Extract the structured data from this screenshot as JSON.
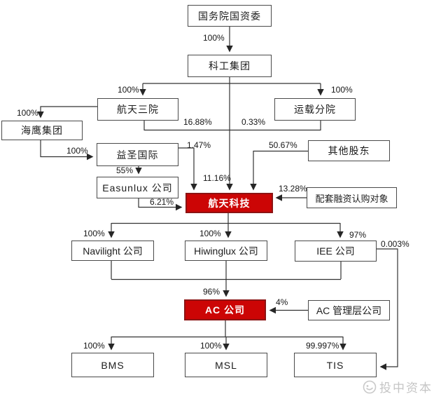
{
  "diagram": {
    "nodes": {
      "sasac": {
        "label": "国务院国资委"
      },
      "kegong": {
        "label": "科工集团"
      },
      "sanyuan": {
        "label": "航天三院"
      },
      "yunzai": {
        "label": "运载分院"
      },
      "haiying": {
        "label": "海鹰集团"
      },
      "yisheng": {
        "label": "益圣国际"
      },
      "easunlux": {
        "label": "Easunlux 公司"
      },
      "other_shareholders": {
        "label": "其他股东"
      },
      "htkj": {
        "label": "航天科技"
      },
      "peitao": {
        "label": "配套融资认购对象"
      },
      "navilight": {
        "label": "Navilight 公司"
      },
      "hiwinglux": {
        "label": "Hiwinglux 公司"
      },
      "iee": {
        "label": "IEE 公司"
      },
      "ac": {
        "label": "AC 公司"
      },
      "ac_mgmt": {
        "label": "AC 管理层公司"
      },
      "bms": {
        "label": "BMS"
      },
      "msl": {
        "label": "MSL"
      },
      "tis": {
        "label": "TIS"
      }
    },
    "percentages": {
      "sasac_kegong": "100%",
      "kegong_sanyuan": "100%",
      "kegong_yunzai": "100%",
      "sanyuan_haiying": "100%",
      "haiying_yisheng": "100%",
      "yisheng_easunlux": "55%",
      "sanyuan_htkj": "16.88%",
      "yunzai_htkj": "0.33%",
      "yisheng_htkj": "1.47%",
      "other_htkj": "50.67%",
      "kegong_htkj": "11.16%",
      "easunlux_htkj": "6.21%",
      "peitao_htkj": "13.28%",
      "htkj_navilight": "100%",
      "htkj_hiwinglux": "100%",
      "htkj_iee": "97%",
      "group_ac": "96%",
      "acmgmt_ac": "4%",
      "ac_bms": "100%",
      "ac_msl": "100%",
      "ac_tis": "99.997%",
      "iee_tis": "0.003%"
    },
    "colors": {
      "highlight_fill": "#cc0505",
      "highlight_border": "#8c1414",
      "line": "#333333"
    },
    "watermark": {
      "text": "投中资本"
    }
  }
}
